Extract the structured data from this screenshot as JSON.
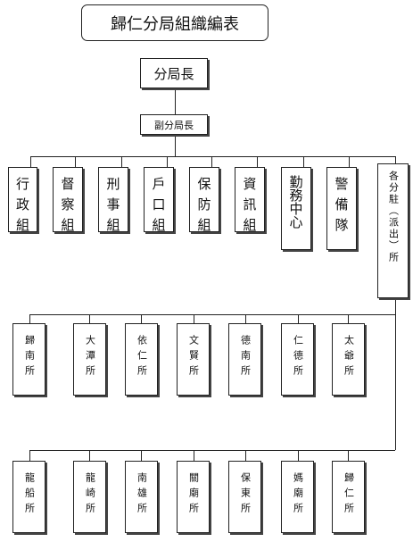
{
  "title": "歸仁分局組織編表",
  "chief": "分局長",
  "deputy": "副分局長",
  "departments": [
    {
      "label": "行政組"
    },
    {
      "label": "督察組"
    },
    {
      "label": "刑事組"
    },
    {
      "label": "戶口組"
    },
    {
      "label": "保防組"
    },
    {
      "label": "資訊組"
    },
    {
      "label": "勤務中心"
    },
    {
      "label": "警備隊"
    }
  ],
  "branch_unit": "各分駐（派出）所",
  "precincts_row1": [
    {
      "label": "歸南所"
    },
    {
      "label": "大潭所"
    },
    {
      "label": "依仁所"
    },
    {
      "label": "文賢所"
    },
    {
      "label": "德南所"
    },
    {
      "label": "仁德所"
    },
    {
      "label": "太爺所"
    }
  ],
  "precincts_row2": [
    {
      "label": "龍船所"
    },
    {
      "label": "龍崎所"
    },
    {
      "label": "南雄所"
    },
    {
      "label": "關廟所"
    },
    {
      "label": "保東所"
    },
    {
      "label": "媽廟所"
    },
    {
      "label": "歸仁所"
    }
  ]
}
